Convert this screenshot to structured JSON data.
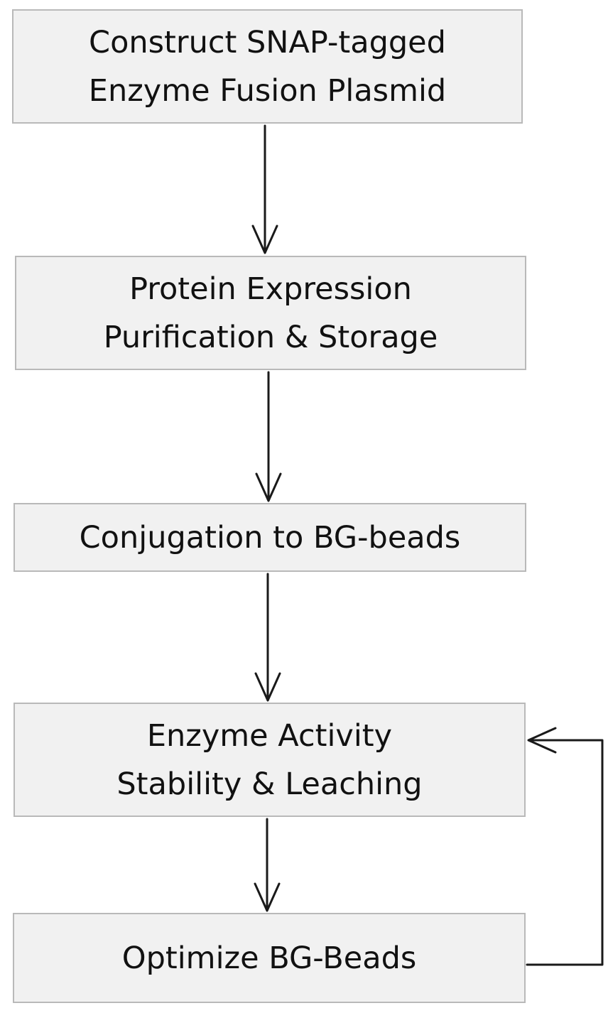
{
  "steps": [
    {
      "lines": [
        "Construct SNAP-tagged",
        "Enzyme Fusion Plasmid"
      ]
    },
    {
      "lines": [
        "Protein Expression",
        "Purification & Storage"
      ]
    },
    {
      "lines": [
        "Conjugation to BG-beads"
      ]
    },
    {
      "lines": [
        "Enzyme Activity",
        "Stability & Leaching"
      ]
    },
    {
      "lines": [
        "Optimize BG-Beads"
      ]
    }
  ],
  "colors": {
    "box_fill": "#f1f1f1",
    "box_border": "#b9b9b9",
    "text": "#111111",
    "arrow": "#1a1a1a"
  }
}
